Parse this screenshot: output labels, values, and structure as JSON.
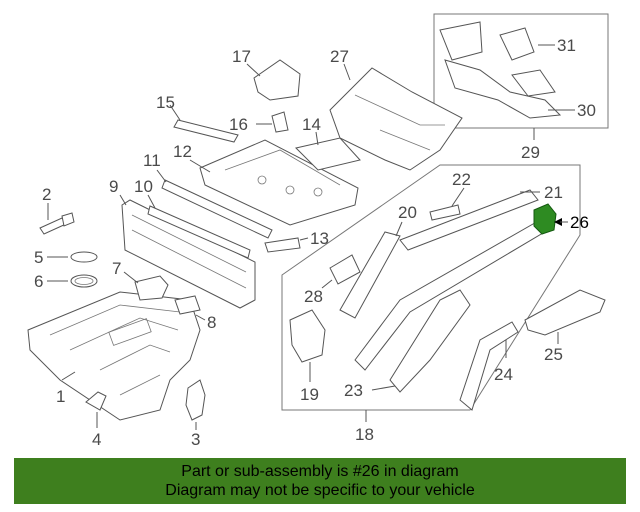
{
  "diagram": {
    "callouts": {
      "c1": "1",
      "c2": "2",
      "c3": "3",
      "c4": "4",
      "c5": "5",
      "c6": "6",
      "c7": "7",
      "c8": "8",
      "c9": "9",
      "c10": "10",
      "c11": "11",
      "c12": "12",
      "c13": "13",
      "c14": "14",
      "c15": "15",
      "c16": "16",
      "c17": "17",
      "c18": "18",
      "c19": "19",
      "c20": "20",
      "c21": "21",
      "c22": "22",
      "c23": "23",
      "c24": "24",
      "c25": "25",
      "c26": "26",
      "c27": "27",
      "c28": "28",
      "c29": "29",
      "c30": "30",
      "c31": "31"
    },
    "highlight_color": "#2e8b22"
  },
  "banner": {
    "line1": "Part or sub-assembly is #26 in diagram",
    "line2": "Diagram may not be specific to your vehicle",
    "background": "#3e7f1e"
  }
}
